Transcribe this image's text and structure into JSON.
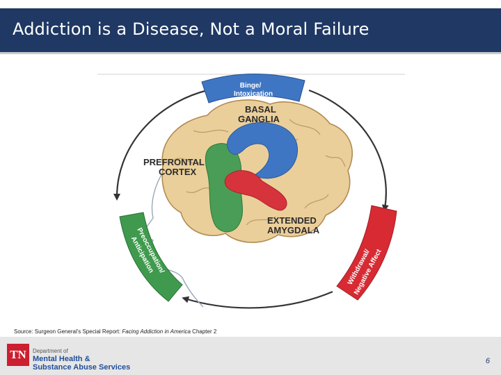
{
  "title": "Addiction is a Disease, Not a Moral Failure",
  "diagram": {
    "stages": {
      "binge": [
        "Binge/",
        "Intoxication"
      ],
      "withdrawal": [
        "Withdrawal/",
        "Negative Affect"
      ],
      "preoccupation": [
        "Preoccupation/",
        "Anticipation"
      ]
    },
    "regions": {
      "basal_ganglia": [
        "Basal",
        "Ganglia"
      ],
      "prefrontal_cortex": [
        "Prefrontal",
        "Cortex"
      ],
      "extended_amygdala": [
        "Extended",
        "Amygdala"
      ]
    },
    "colors": {
      "binge": "#3f76c4",
      "withdrawal": "#d72a33",
      "preoccupation": "#3f9a4e",
      "brain": "#e9c98e"
    }
  },
  "source": {
    "prefix": "Source: Surgeon General's Special Report: ",
    "title": "Facing Addiction in America",
    "suffix": " Chapter 2"
  },
  "footer": {
    "logo": "TN",
    "dept_line1": "Department of",
    "dept_line2": "Mental Health &",
    "dept_line3": "Substance Abuse Services",
    "page_number": "6"
  }
}
